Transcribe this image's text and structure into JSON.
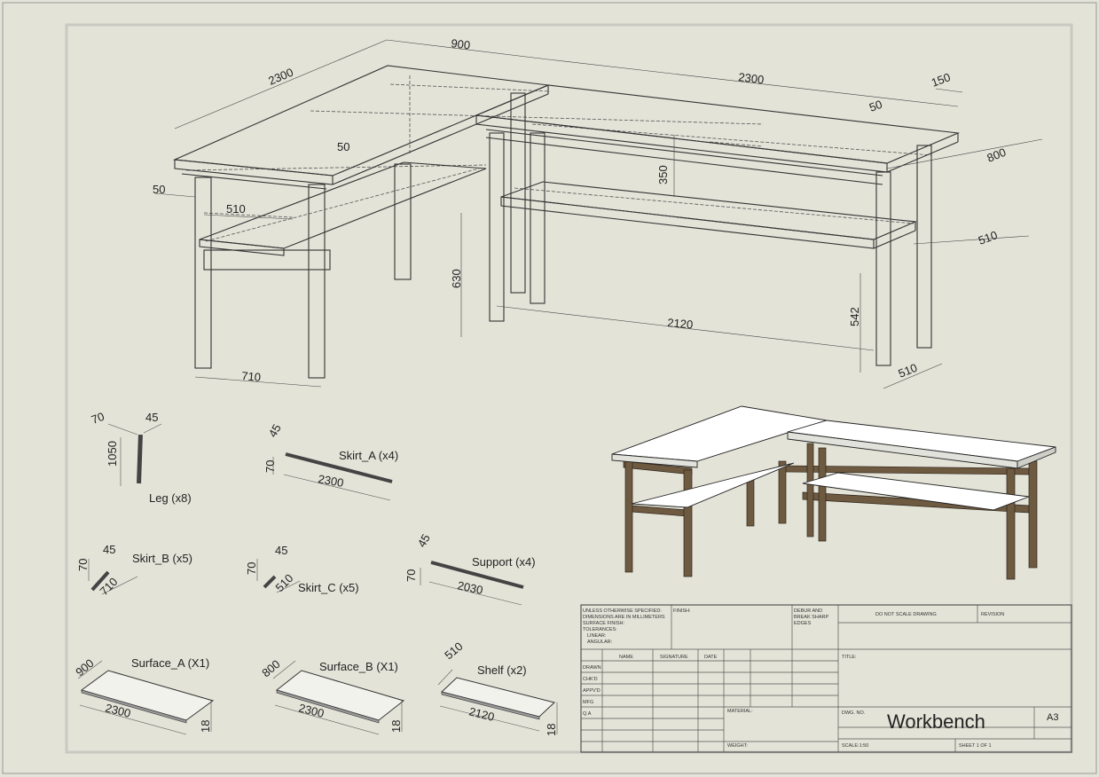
{
  "drawing": {
    "title": "Workbench",
    "sheet_size": "A3",
    "colors": {
      "paper": "#e4e3d8",
      "line": "#444444",
      "wood": "#6e5a41",
      "top": "#f7f7f7"
    }
  },
  "main_view": {
    "dims": {
      "d2300a": "2300",
      "d900": "900",
      "d2300b": "2300",
      "d150": "150",
      "d50a": "50",
      "d800": "800",
      "d50b": "50",
      "d50c": "50",
      "d510a": "510",
      "d350": "350",
      "d510b": "510",
      "d630": "630",
      "d2120": "2120",
      "d542": "542",
      "d710": "710",
      "d510c": "510"
    }
  },
  "parts": {
    "leg": {
      "label": "Leg (x8)",
      "d70": "70",
      "d45": "45",
      "d1050": "1050"
    },
    "skirt_a": {
      "label": "Skirt_A (x4)",
      "d45": "45",
      "d70": "70",
      "d2300": "2300"
    },
    "skirt_b": {
      "label": "Skirt_B (x5)",
      "d45": "45",
      "d70": "70",
      "d710": "710"
    },
    "skirt_c": {
      "label": "Skirt_C (x5)",
      "d45": "45",
      "d70": "70",
      "d510": "510"
    },
    "support": {
      "label": "Support (x4)",
      "d45": "45",
      "d70": "70",
      "d2030": "2030"
    },
    "surface_a": {
      "label": "Surface_A (X1)",
      "d900": "900",
      "d2300": "2300",
      "d18": "18"
    },
    "surface_b": {
      "label": "Surface_B (X1)",
      "d800": "800",
      "d2300": "2300",
      "d18": "18"
    },
    "shelf": {
      "label": "Shelf (x2)",
      "d510": "510",
      "d2120": "2120",
      "d18": "18"
    }
  },
  "title_block": {
    "unless": [
      "UNLESS OTHERWISE SPECIFIED:",
      "DIMENSIONS ARE IN MILLIMETERS",
      "SURFACE FINISH:",
      "TOLERANCES:",
      "LINEAR:",
      "ANGULAR:"
    ],
    "finish": "FINISH:",
    "deburr": [
      "DEBUR AND",
      "BREAK SHARP",
      "EDGES"
    ],
    "do_not_scale": "DO NOT SCALE DRAWING",
    "revision": "REVISION",
    "col_name": "NAME",
    "col_signature": "SIGNATURE",
    "col_date": "DATE",
    "title_label": "TITLE:",
    "rows": [
      "DRAWN",
      "CHK'D",
      "APPV'D",
      "MFG",
      "Q.A"
    ],
    "material": "MATERIAL:",
    "dwg_no": "DWG. NO.",
    "weight": "WEIGHT:",
    "scale": "SCALE:1:50",
    "sheet": "SHEET 1 OF 1"
  }
}
